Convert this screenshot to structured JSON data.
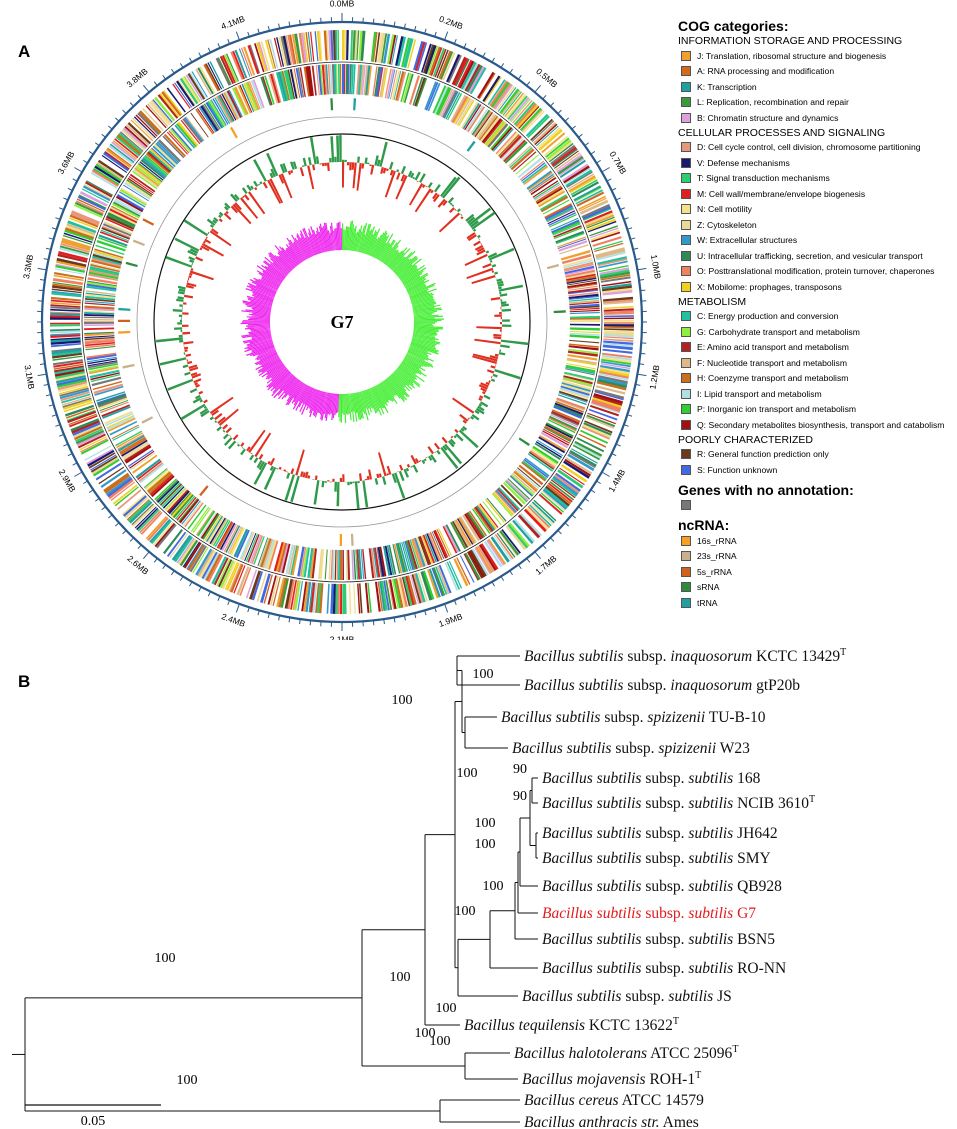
{
  "panels": {
    "a": "A",
    "b": "B"
  },
  "genome": {
    "center_label": "G7",
    "ticks": [
      "0.0MB",
      "0.2MB",
      "0.5MB",
      "0.7MB",
      "1.0MB",
      "1.2MB",
      "1.4MB",
      "1.7MB",
      "1.9MB",
      "2.1MB",
      "2.4MB",
      "2.6MB",
      "2.9MB",
      "3.1MB",
      "3.3MB",
      "3.6MB",
      "3.8MB",
      "4.1MB"
    ]
  },
  "legend": {
    "cog_title": "COG categories:",
    "groups": [
      {
        "title": "INFORMATION STORAGE AND PROCESSING",
        "items": [
          {
            "label": "J: Translation, ribosomal structure and biogenesis",
            "color": "#f0a030"
          },
          {
            "label": "A: RNA processing and modification",
            "color": "#d2691e"
          },
          {
            "label": "K: Transcription",
            "color": "#20a0a0"
          },
          {
            "label": "L: Replication, recombination and repair",
            "color": "#3a9a3a"
          },
          {
            "label": "B: Chromatin structure and dynamics",
            "color": "#dda0dd"
          }
        ]
      },
      {
        "title": "CELLULAR PROCESSES AND SIGNALING",
        "items": [
          {
            "label": "D: Cell cycle control, cell division, chromosome partitioning",
            "color": "#e9967a"
          },
          {
            "label": "V: Defense mechanisms",
            "color": "#191970"
          },
          {
            "label": "T: Signal transduction mechanisms",
            "color": "#2ecc71"
          },
          {
            "label": "M: Cell wall/membrane/envelope biogenesis",
            "color": "#e02020"
          },
          {
            "label": "N: Cell motility",
            "color": "#f5e08a"
          },
          {
            "label": "Z: Cytoskeleton",
            "color": "#e8d89a"
          },
          {
            "label": "W: Extracellular structures",
            "color": "#3399cc"
          },
          {
            "label": "U: Intracellular trafficking, secretion, and vesicular transport",
            "color": "#2e8b57"
          },
          {
            "label": "O: Posttranslational modification, protein turnover, chaperones",
            "color": "#f08060"
          },
          {
            "label": "X: Mobilome: prophages, transposons",
            "color": "#f0d020"
          }
        ]
      },
      {
        "title": "METABOLISM",
        "items": [
          {
            "label": "C: Energy production and conversion",
            "color": "#20c0a0"
          },
          {
            "label": "G: Carbohydrate transport and metabolism",
            "color": "#90ee40"
          },
          {
            "label": "E: Amino acid transport and metabolism",
            "color": "#b22222"
          },
          {
            "label": "F: Nucleotide transport and metabolism",
            "color": "#deb887"
          },
          {
            "label": "H: Coenzyme transport and metabolism",
            "color": "#c8701e"
          },
          {
            "label": "I: Lipid transport and metabolism",
            "color": "#b0e0e6"
          },
          {
            "label": "P: Inorganic ion transport and metabolism",
            "color": "#32cd32"
          },
          {
            "label": "Q: Secondary metabolites biosynthesis, transport and catabolism",
            "color": "#a01010"
          }
        ]
      },
      {
        "title": "POORLY CHARACTERIZED",
        "items": [
          {
            "label": "R: General function prediction only",
            "color": "#6b3a1a"
          },
          {
            "label": "S: Function unknown",
            "color": "#4169e1"
          }
        ]
      }
    ],
    "no_annot_title": "Genes with no annotation:",
    "no_annot_color": "#777777",
    "ncrna_title": "ncRNA:",
    "ncrna_items": [
      {
        "label": "16s_rRNA",
        "color": "#f5a020"
      },
      {
        "label": "23s_rRNA",
        "color": "#c8b08a"
      },
      {
        "label": "5s_rRNA",
        "color": "#d2601e"
      },
      {
        "label": "sRNA",
        "color": "#2e8b3a"
      },
      {
        "label": "tRNA",
        "color": "#20a0a0"
      }
    ]
  },
  "tree": {
    "taxa": [
      {
        "genus": "Bacillus subtilis",
        "mid": " subsp. ",
        "subsp": "inaquosorum",
        "strain": " KCTC 13429",
        "sup": "T"
      },
      {
        "genus": "Bacillus subtilis",
        "mid": " subsp. ",
        "subsp": "inaquosorum",
        "strain": " gtP20b",
        "sup": ""
      },
      {
        "genus": "Bacillus subtilis",
        "mid": " subsp. ",
        "subsp": "spizizenii",
        "strain": " TU-B-10",
        "sup": ""
      },
      {
        "genus": "Bacillus subtilis",
        "mid": " subsp. ",
        "subsp": "spizizenii",
        "strain": " W23",
        "sup": ""
      },
      {
        "genus": "Bacillus subtilis",
        "mid": " subsp. ",
        "subsp": "subtilis",
        "strain": " 168",
        "sup": ""
      },
      {
        "genus": "Bacillus subtilis",
        "mid": " subsp. ",
        "subsp": "subtilis",
        "strain": " NCIB 3610",
        "sup": "T"
      },
      {
        "genus": "Bacillus subtilis",
        "mid": " subsp. ",
        "subsp": "subtilis",
        "strain": " JH642",
        "sup": ""
      },
      {
        "genus": "Bacillus subtilis",
        "mid": " subsp. ",
        "subsp": "subtilis",
        "strain": " SMY",
        "sup": ""
      },
      {
        "genus": "Bacillus subtilis",
        "mid": " subsp. ",
        "subsp": "subtilis",
        "strain": " QB928",
        "sup": ""
      },
      {
        "genus": "Bacillus subtilis",
        "mid": " subsp. ",
        "subsp": "subtilis",
        "strain": " G7",
        "sup": "",
        "highlight": "#e31a1c"
      },
      {
        "genus": "Bacillus subtilis",
        "mid": " subsp. ",
        "subsp": "subtilis",
        "strain": " BSN5",
        "sup": ""
      },
      {
        "genus": "Bacillus subtilis",
        "mid": " subsp. ",
        "subsp": "subtilis",
        "strain": " RO-NN",
        "sup": ""
      },
      {
        "genus": "Bacillus subtilis",
        "mid": " subsp. ",
        "subsp": "subtilis",
        "strain": " JS",
        "sup": ""
      },
      {
        "genus": "Bacillus tequilensis",
        "mid": "",
        "subsp": "",
        "strain": " KCTC 13622",
        "sup": "T"
      },
      {
        "genus": "Bacillus halotolerans",
        "mid": "",
        "subsp": "",
        "strain": " ATCC 25096",
        "sup": "T"
      },
      {
        "genus": "Bacillus mojavensis",
        "mid": "",
        "subsp": "",
        "strain": " ROH-1",
        "sup": "T"
      },
      {
        "genus": "Bacillus cereus",
        "mid": "",
        "subsp": "",
        "strain": " ATCC 14579",
        "sup": ""
      },
      {
        "genus": "Bacillus anthracis str.",
        "mid": "",
        "subsp": "",
        "strain": " Ames",
        "sup": ""
      }
    ],
    "bootstrap": [
      "100",
      "100",
      "100",
      "90",
      "90",
      "100",
      "100",
      "100",
      "100",
      "100",
      "100",
      "100",
      "100",
      "100",
      "100"
    ],
    "scale_label": "0.05"
  }
}
